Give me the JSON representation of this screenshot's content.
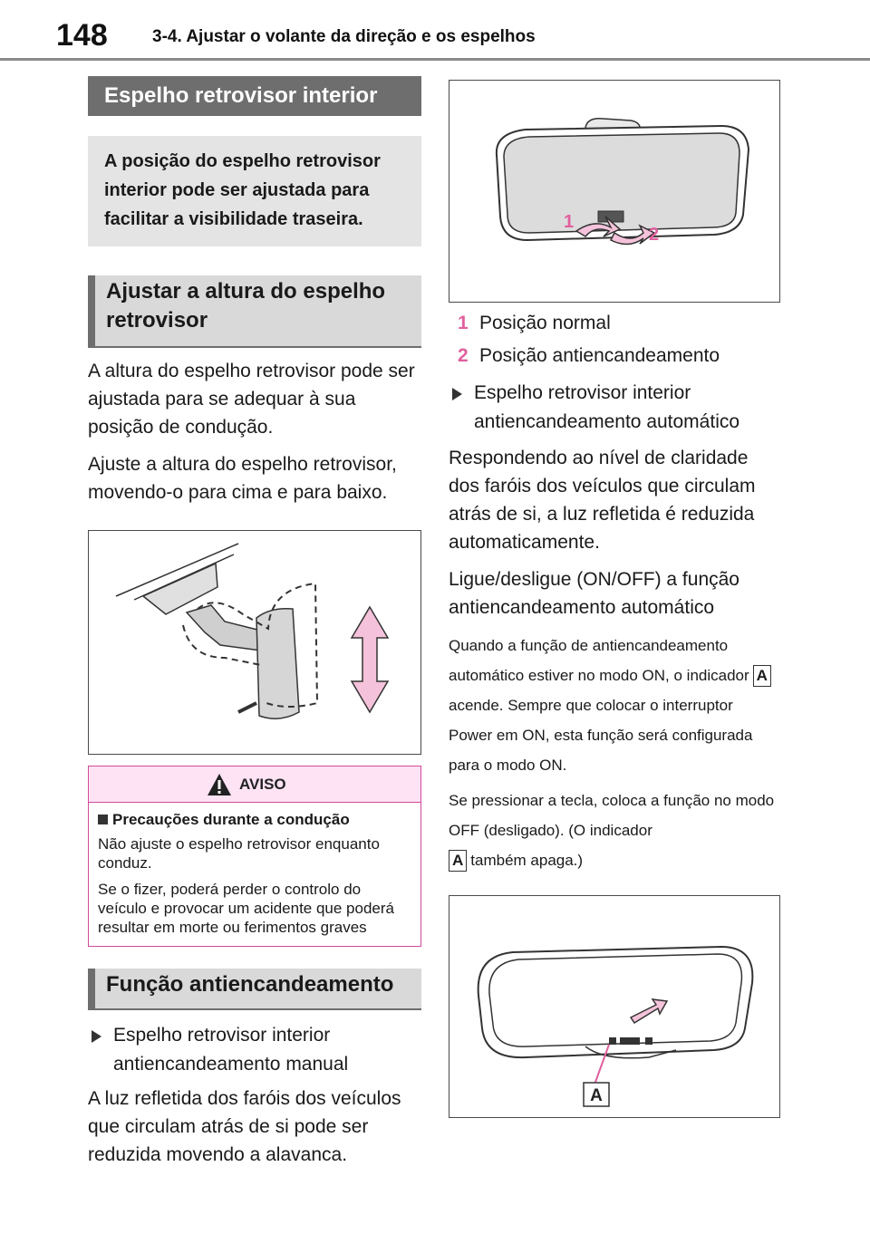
{
  "header": {
    "page_number": "148",
    "chapter_title": "3-4. Ajustar o volante da direção e os espelhos"
  },
  "left": {
    "section_title": "Espelho retrovisor interior",
    "intro": "A posição do espelho retrovisor interior pode ser ajustada para facilitar a visibilidade traseira.",
    "height_heading": "Ajustar a altura do espelho retrovisor",
    "height_p1": "A altura do espelho retrovisor pode ser ajustada para se adequar à sua posição de condução.",
    "height_p2": "Ajuste a altura do espelho retrovisor, movendo-o para cima e para baixo.",
    "warning": {
      "title": "AVISO",
      "subheading": "Precauções durante a condução",
      "p1": "Não ajuste o espelho retrovisor enquanto conduz.",
      "p2": "Se o fizer, poderá perder o controlo do veículo e provocar um acidente que poderá resultar em morte ou ferimentos graves"
    },
    "antiglare_heading": "Função antiencandeamento",
    "manual_bullet": "Espelho retrovisor interior antiencandeamento manual",
    "manual_text": "A luz refletida dos faróis dos veículos que circulam atrás de si pode ser reduzida movendo a alavanca."
  },
  "right": {
    "fig_label_1": "1",
    "fig_label_2": "2",
    "items": [
      {
        "num": "1",
        "text": "Posição normal"
      },
      {
        "num": "2",
        "text": "Posição antiencandeamento"
      }
    ],
    "auto_bullet": "Espelho retrovisor interior antiencandeamento automático",
    "auto_p1": "Respondendo ao nível de claridade dos faróis dos veículos que circulam atrás de si, a luz refletida é reduzida automaticamente.",
    "auto_p2": "Ligue/desligue (ON/OFF) a função antiencandeamento automático",
    "note1_a": "Quando a função de antiencandeamento automático estiver no modo ON, o indicador",
    "indicator_label": "A",
    "note1_b": "acende. Sempre que colocar o interruptor Power em ON, esta função será configurada para o modo ON.",
    "note2_a": "Se pressionar a tecla, coloca a função no modo OFF (desligado). (O indicador",
    "note2_b": "também apaga.)",
    "fig_label_A": "A"
  },
  "colors": {
    "accent_pink": "#e0609e",
    "bar_dark": "#6e6e6e",
    "warning_border": "#d14a9a",
    "warning_bg": "#fde3f4"
  }
}
